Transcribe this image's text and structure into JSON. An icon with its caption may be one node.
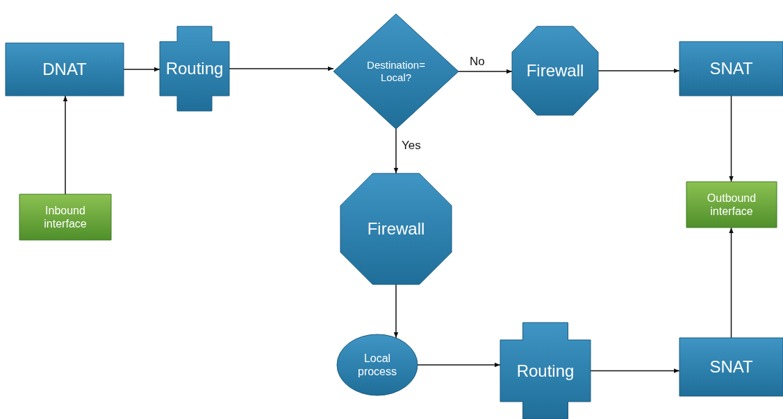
{
  "diagram": {
    "nodes": [
      {
        "text": [
          "DNAT"
        ]
      },
      {
        "text": [
          "Routing"
        ]
      },
      {
        "text": [
          "Destination= Local?"
        ]
      },
      {
        "text": [
          "Firewall"
        ]
      },
      {
        "text": [
          "SNAT"
        ]
      },
      {
        "text": [
          "Firewall"
        ]
      },
      {
        "text": [
          "Outbound interface"
        ]
      },
      {
        "text": [
          "Inbound interface"
        ]
      },
      {
        "text": [
          "Local process"
        ]
      },
      {
        "text": [
          "Routing"
        ]
      },
      {
        "text": [
          "SNAT"
        ]
      }
    ],
    "edges": [
      {
        "from": 0,
        "to": 1,
        "arrow": "to"
      },
      {
        "from": 1,
        "to": 2,
        "arrow": "to"
      },
      {
        "from": 2,
        "to": 3,
        "label": "No",
        "arrow": "to"
      },
      {
        "from": 3,
        "to": 4,
        "arrow": "to"
      },
      {
        "from": 7,
        "to": 0,
        "arrow": "to"
      },
      {
        "from": 2,
        "to": 5,
        "label": "Yes",
        "arrow": "to"
      },
      {
        "from": 4,
        "to": 6,
        "arrow": "to"
      },
      {
        "from": 5,
        "to": 8,
        "arrow": "to"
      },
      {
        "from": 8,
        "to": 9,
        "arrow": "to"
      },
      {
        "from": 9,
        "to": 10,
        "arrow": "to"
      },
      {
        "from": 10,
        "to": 6,
        "arrow": "to"
      }
    ]
  }
}
